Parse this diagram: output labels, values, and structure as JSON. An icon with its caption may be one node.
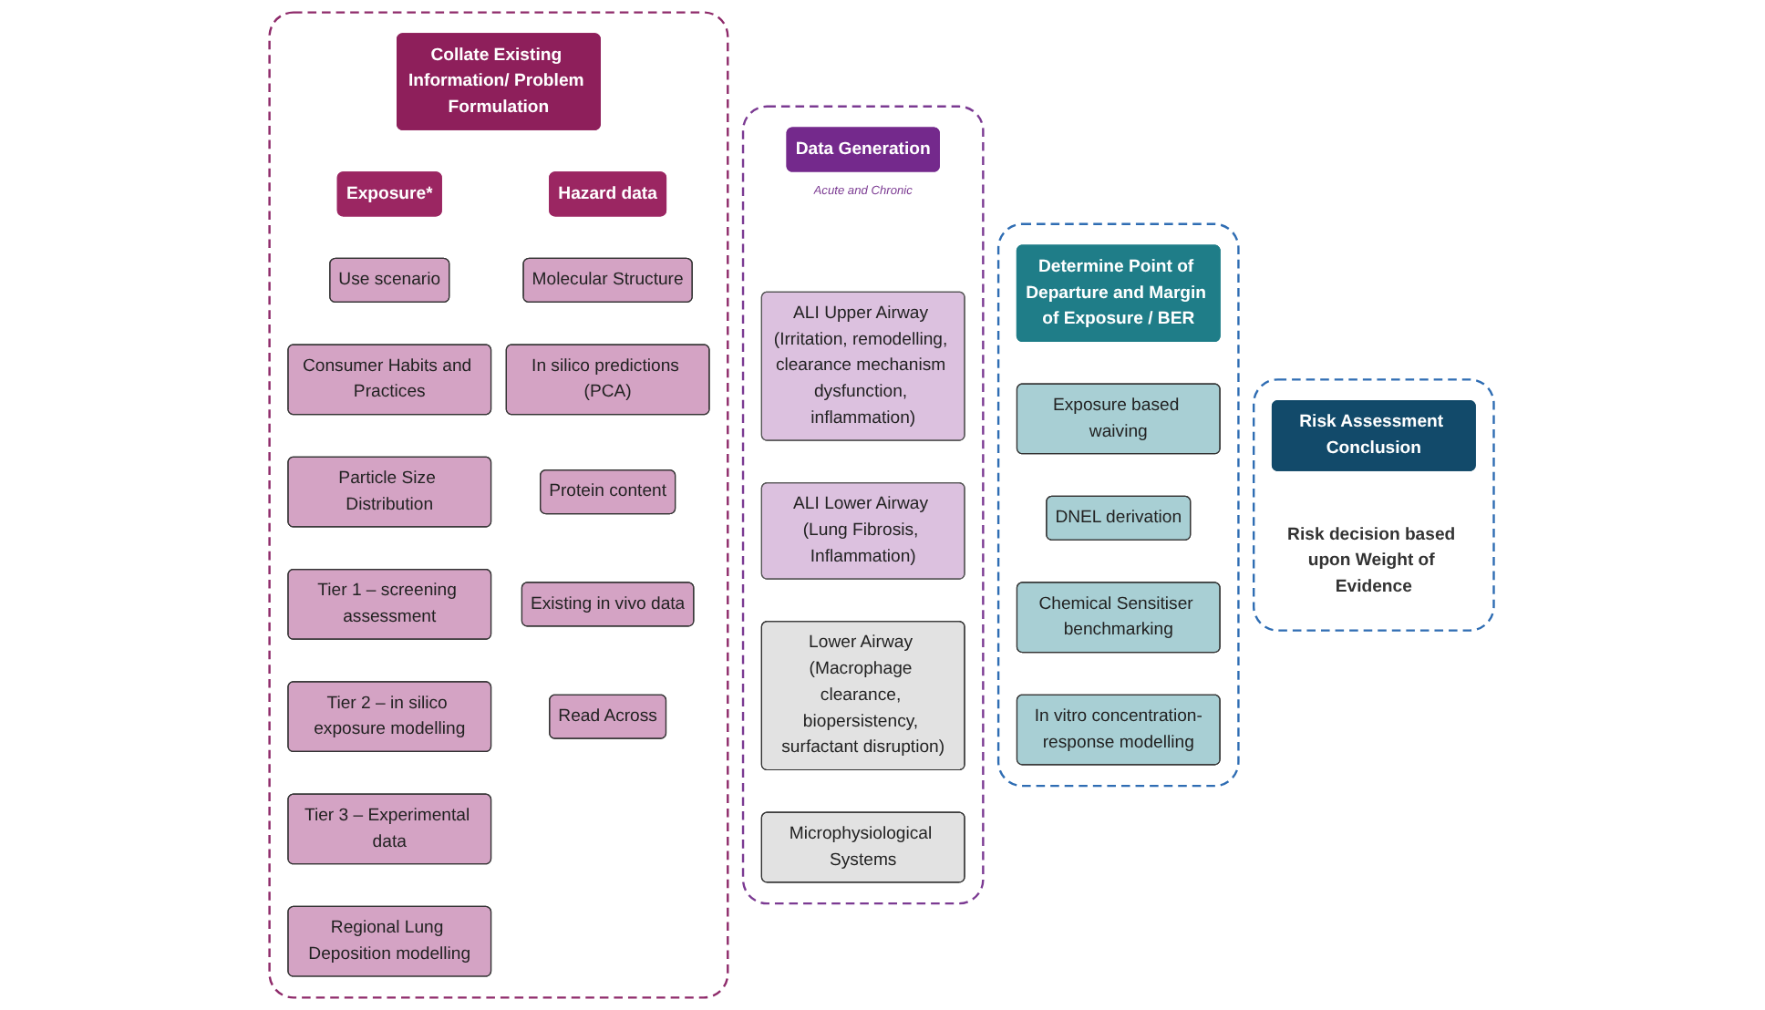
{
  "diagram": {
    "nodes": [
      {
        "text": [],
        "shape": "box"
      },
      {
        "text": [
          "Collate Existing Information/ Problem Formulation"
        ],
        "in": 0
      },
      {
        "text": [
          "Exposure*"
        ],
        "in": 0
      },
      {
        "text": [
          "Hazard data"
        ],
        "in": 0
      },
      {
        "text": [
          "Use scenario"
        ],
        "in": 0
      },
      {
        "text": [
          "Consumer Habits and Practices"
        ],
        "in": 0
      },
      {
        "text": [
          "Particle Size Distribution"
        ],
        "in": 0
      },
      {
        "text": [
          "Tier 1 – screening assessment"
        ],
        "in": 0
      },
      {
        "text": [
          "Tier 2 – in silico exposure modelling"
        ],
        "in": 0
      },
      {
        "text": [
          "Tier 3 – Experimental data"
        ],
        "in": 0
      },
      {
        "text": [
          "Regional Lung Deposition modelling"
        ],
        "in": 0
      },
      {
        "text": [
          "Molecular Structure"
        ],
        "in": 0
      },
      {
        "text": [
          "In silico predictions (PCA)"
        ],
        "in": 0
      },
      {
        "text": [
          "Protein content"
        ],
        "in": 0
      },
      {
        "text": [
          "Existing in vivo data"
        ],
        "in": 0
      },
      {
        "text": [
          "Read Across"
        ],
        "in": 0
      },
      {
        "text": [],
        "shape": "box"
      },
      {
        "text": [
          "Data Generation"
        ],
        "in": 16,
        "beside": [
          "Acute and Chronic"
        ]
      },
      {
        "text": [
          "ALI Upper Airway (Irritation, remodelling, clearance mechanism dysfunction, inflammation)"
        ],
        "in": 16
      },
      {
        "text": [
          "ALI Lower Airway (Lung Fibrosis, Inflammation)"
        ],
        "in": 16
      },
      {
        "text": [
          "Lower Airway (Macrophage clearance, biopersistency, surfactant disruption)"
        ],
        "in": 16
      },
      {
        "text": [
          "Microphysiological Systems"
        ],
        "in": 16
      },
      {
        "text": [],
        "shape": "box"
      },
      {
        "text": [
          "Determine Point of Departure and Margin of Exposure / BER"
        ],
        "in": 22
      },
      {
        "text": [
          "Exposure based waiving"
        ],
        "in": 22
      },
      {
        "text": [
          "DNEL derivation"
        ],
        "in": 22
      },
      {
        "text": [
          "Chemical Sensitiser benchmarking"
        ],
        "in": 22
      },
      {
        "text": [
          "In vitro concentration-response modelling"
        ],
        "in": 22
      },
      {
        "text": [],
        "shape": "box"
      },
      {
        "text": [
          "Risk Assessment Conclusion"
        ],
        "in": 28
      },
      {
        "text": [
          "Risk decision based upon Weight of Evidence"
        ],
        "in": 28
      }
    ]
  }
}
